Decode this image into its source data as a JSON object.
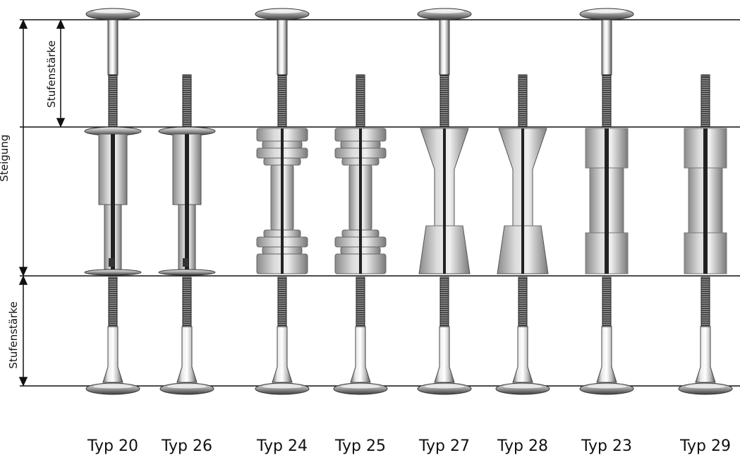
{
  "dimension_labels": {
    "upper_tread_thickness": "Stufenstärke",
    "rise": "Steigung",
    "lower_tread_thickness": "Stufenstärke"
  },
  "connectors": [
    {
      "label": "Typ 20",
      "spacer_style": "slotted-tube",
      "top_plate": true
    },
    {
      "label": "Typ 26",
      "spacer_style": "slotted-tube",
      "top_plate": false
    },
    {
      "label": "Typ 24",
      "spacer_style": "stepped-collar",
      "top_plate": true
    },
    {
      "label": "Typ 25",
      "spacer_style": "stepped-collar",
      "top_plate": false
    },
    {
      "label": "Typ 27",
      "spacer_style": "flared",
      "top_plate": true
    },
    {
      "label": "Typ 28",
      "spacer_style": "flared",
      "top_plate": false
    },
    {
      "label": "Typ 23",
      "spacer_style": "cylinder",
      "top_plate": true
    },
    {
      "label": "Typ 29",
      "spacer_style": "cylinder",
      "top_plate": false
    }
  ]
}
